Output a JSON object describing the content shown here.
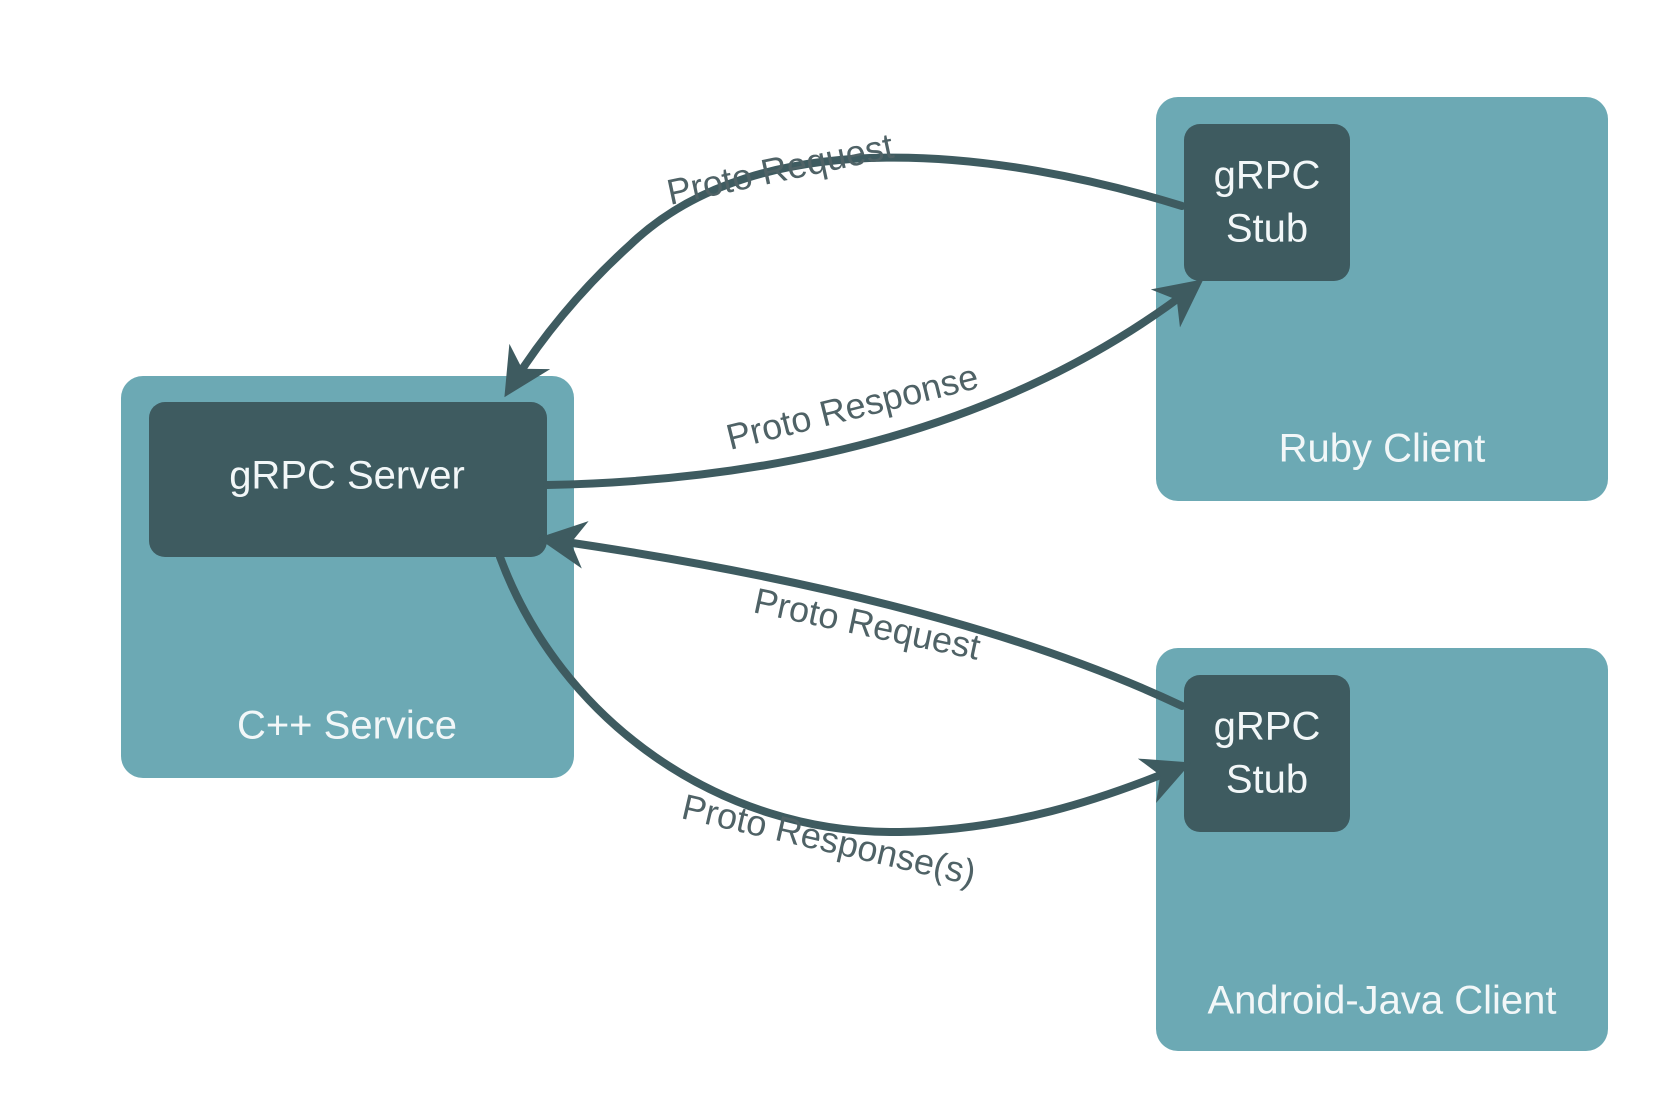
{
  "colors": {
    "outer_box": "#6ca9b4",
    "inner_box": "#3e5b60",
    "arrow": "#3e5b60",
    "label_text": "#f2f7f8",
    "arrow_text": "#4f6266",
    "background": "#ffffff"
  },
  "service": {
    "label": "C++ Service",
    "server_label": "gRPC Server"
  },
  "ruby_client": {
    "label": "Ruby Client",
    "stub_line1": "gRPC",
    "stub_line2": "Stub"
  },
  "android_client": {
    "label": "Android-Java Client",
    "stub_line1": "gRPC",
    "stub_line2": "Stub"
  },
  "arrows": {
    "ruby_request": "Proto Request",
    "ruby_response": "Proto Response",
    "android_request": "Proto Request",
    "android_response": "Proto Response(s)"
  }
}
